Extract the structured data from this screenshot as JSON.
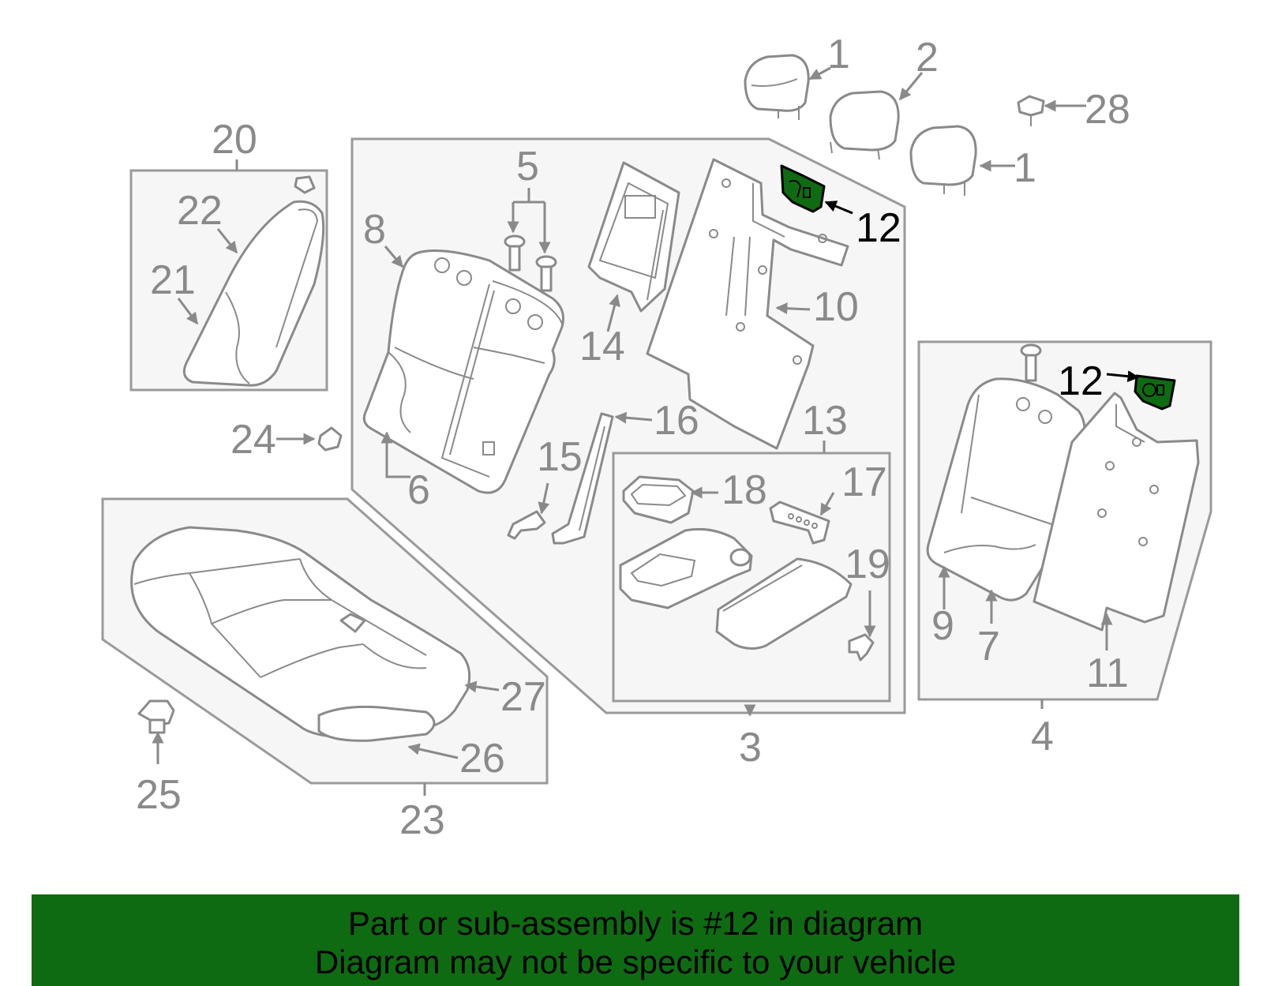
{
  "diagram": {
    "callouts": {
      "c1a": "1",
      "c1b": "1",
      "c2": "2",
      "c3": "3",
      "c4": "4",
      "c5": "5",
      "c6": "6",
      "c7": "7",
      "c8": "8",
      "c9": "9",
      "c10": "10",
      "c11": "11",
      "c12a": "12",
      "c12b": "12",
      "c13": "13",
      "c14": "14",
      "c15": "15",
      "c16": "16",
      "c17": "17",
      "c18": "18",
      "c19": "19",
      "c20": "20",
      "c21": "21",
      "c22": "22",
      "c23": "23",
      "c24": "24",
      "c25": "25",
      "c26": "26",
      "c27": "27",
      "c28": "28"
    },
    "highlight_part": "12",
    "colors": {
      "highlight": "#0f6b12",
      "line": "#8a8a8a",
      "box_fill": "#f6f6f6"
    }
  },
  "banner": {
    "line1": "Part or sub-assembly is #12 in diagram",
    "line2": "Diagram may not be specific to your vehicle"
  }
}
